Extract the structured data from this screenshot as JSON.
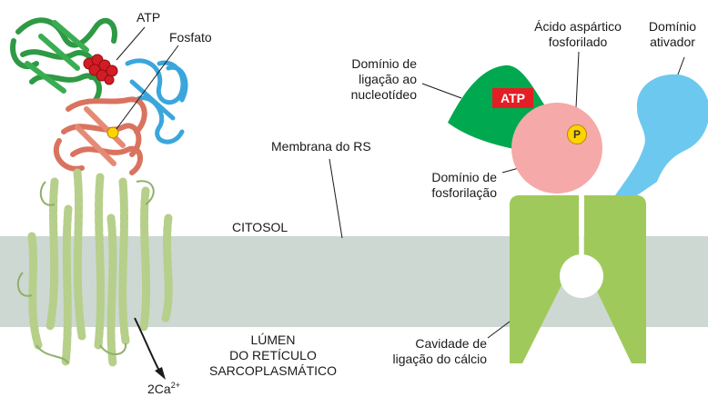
{
  "labels": {
    "atp_structure": "ATP",
    "phosphate": "Fosfato",
    "nucleotide_domain": [
      "Domínio de",
      "ligação ao",
      "nucleotídeo"
    ],
    "aspartic_acid": [
      "Ácido aspártico",
      "fosforilado"
    ],
    "activator_domain": [
      "Domínio",
      "ativador"
    ],
    "sr_membrane": "Membrana do RS",
    "phosphorylation_domain": [
      "Domínio de",
      "fosforilação"
    ],
    "cytosol": "CITOSOL",
    "lumen": [
      "LÚMEN",
      "DO RETÍCULO",
      "SARCOPLASMÁTICO"
    ],
    "calcium_cavity": [
      "Cavidade de",
      "ligação do cálcio"
    ],
    "calcium_ions": {
      "base": "2Ca",
      "charge": "2+"
    }
  },
  "badges": {
    "atp": "ATP",
    "phosphate": "P"
  },
  "colors": {
    "membrane": "#cdd8d3",
    "nucleotide_domain": "#00a84f",
    "phosphorylation_domain": "#f5a9a8",
    "activator_domain": "#6cc8ef",
    "transmembrane_domain": "#a0c95b",
    "atp_badge": "#e31e24",
    "phosphate_badge": "#ffd200"
  }
}
